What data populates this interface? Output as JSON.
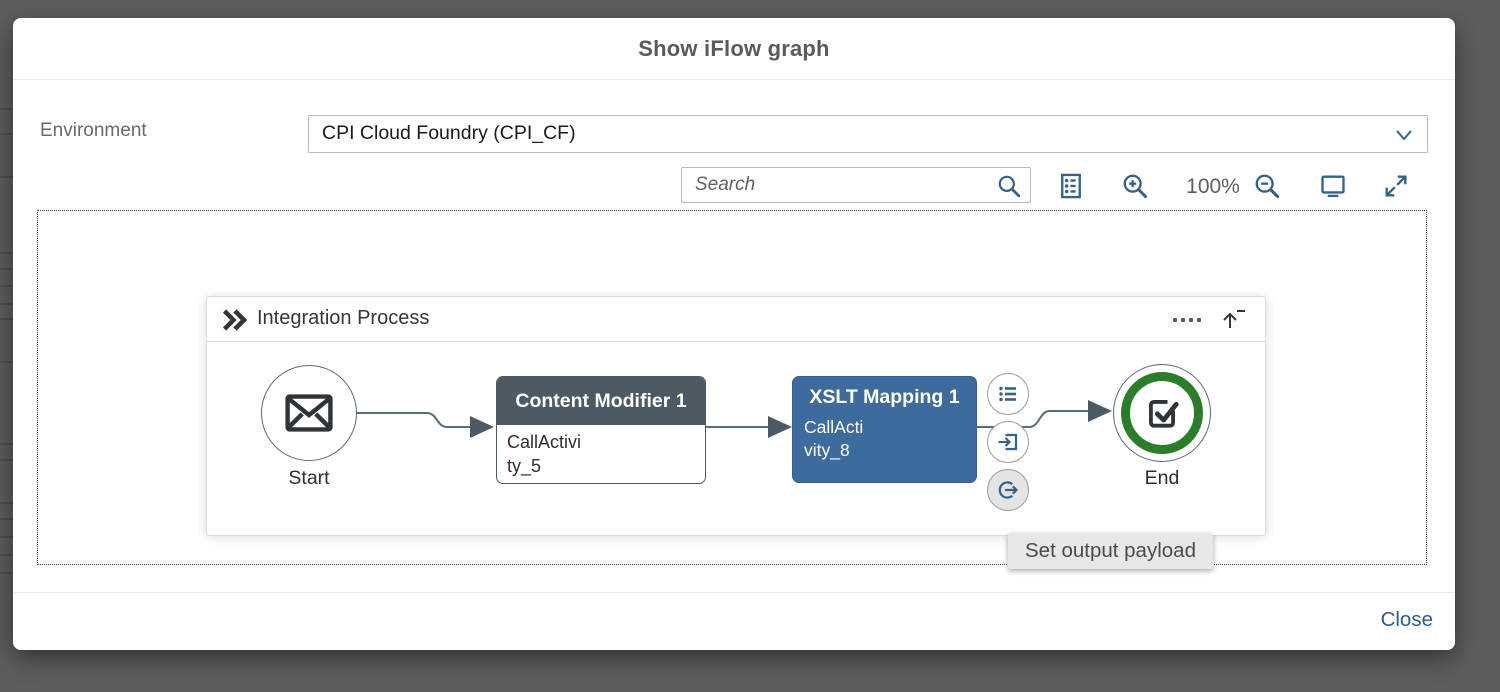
{
  "dialog": {
    "title": "Show iFlow graph",
    "close_label": "Close"
  },
  "environment": {
    "label": "Environment",
    "value": "CPI Cloud Foundry (CPI_CF)"
  },
  "toolbar": {
    "search_placeholder": "Search",
    "zoom_level": "100%",
    "icons": [
      "legend",
      "zoom-in",
      "zoom-out",
      "fit-screen",
      "full-screen"
    ]
  },
  "process": {
    "title": "Integration Process",
    "nodes": {
      "start": {
        "label": "Start",
        "type": "message-start-event"
      },
      "content_modifier": {
        "title": "Content Modifier 1",
        "id": "CallActivity_5",
        "id_line1": "CallActivi",
        "id_line2": "ty_5"
      },
      "xslt_mapping": {
        "title": "XSLT Mapping 1",
        "id": "CallActivity_8",
        "id_line1": "CallActi",
        "id_line2": "vity_8"
      },
      "end": {
        "label": "End",
        "type": "end-event"
      }
    },
    "actions": [
      "show-properties",
      "set-input-payload",
      "set-output-payload"
    ]
  },
  "tooltip": {
    "text": "Set output payload"
  },
  "colors": {
    "accent_blue": "#346187",
    "selected_node_blue": "#3e6b9e",
    "node_header_gray": "#4e5a63",
    "end_event_green": "#2a7e2a",
    "connector_gray": "#5b6b73",
    "backdrop_gray": "#5d5d5d",
    "tooltip_bg": "#e7e7e7"
  }
}
